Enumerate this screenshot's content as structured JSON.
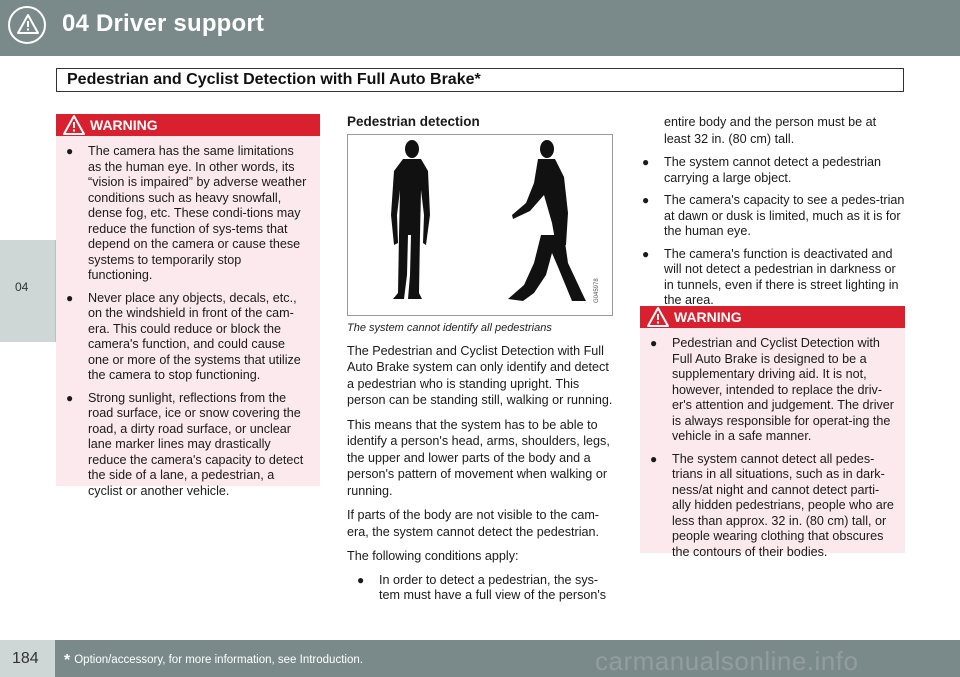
{
  "header": {
    "chapter_title": "04  Driver support",
    "section_title": "Pedestrian and Cyclist Detection with Full Auto Brake*",
    "chapter_tab": "04"
  },
  "warning_left": {
    "title": "WARNING",
    "items": [
      "The camera has the same limitations as the human eye. In other words, its “vision is impaired” by adverse weather conditions such as heavy snowfall, dense fog, etc. These condi-tions may reduce the function of sys-tems that depend on the camera or cause these systems to temporarily stop functioning.",
      "Never place any objects, decals, etc., on the windshield in front of the cam-era. This could reduce or block the camera's function, and could cause one or more of the systems that utilize the camera to stop functioning.",
      "Strong sunlight, reflections from the road surface, ice or snow covering the road, a dirty road surface, or unclear lane marker lines may drastically reduce the camera's capacity to detect the side of a lane, a pedestrian, a cyclist or another vehicle."
    ]
  },
  "middle": {
    "heading": "Pedestrian detection",
    "figure_code": "G045978",
    "caption": "The system cannot identify all pedestrians",
    "paragraphs": [
      "The Pedestrian and Cyclist Detection with Full Auto Brake system can only identify and detect a pedestrian who is standing upright. This person can be standing still, walking or running.",
      "This means that the system has to be able to identify a person's head, arms, shoulders, legs, the upper and lower parts of the body and a person's pattern of movement when walking or running.",
      "If parts of the body are not visible to the cam-era, the system cannot detect the pedestrian.",
      "The following conditions apply:"
    ],
    "bullet": "In order to detect a pedestrian, the sys-tem must have a full view of the person's"
  },
  "right": {
    "continued": "entire body and the person must be at least 32 in. (80 cm) tall.",
    "bullets": [
      "The system cannot detect a pedestrian carrying a large object.",
      "The camera's capacity to see a pedes-trian at dawn or dusk is limited, much as it is for the human eye.",
      "The camera's function is deactivated and will not detect a pedestrian in darkness or in tunnels, even if there is street lighting in the area."
    ]
  },
  "warning_right": {
    "title": "WARNING",
    "items": [
      "Pedestrian and Cyclist Detection with Full Auto Brake is designed to be a supplementary driving aid. It is not, however, intended to replace the driv-er's attention and judgement. The driver is always responsible for operat-ing the vehicle in a safe manner.",
      "The system cannot detect all pedes-trians in all situations, such as in dark-ness/at night and cannot detect parti-ally hidden pedestrians, people who are less than approx. 32 in. (80 cm) tall, or people wearing clothing that obscures the contours of their bodies."
    ]
  },
  "footer": {
    "page_number": "184",
    "asterisk": "*",
    "footnote": "Option/accessory, for more information, see Introduction.",
    "watermark": "carmanualsonline.info"
  },
  "colors": {
    "header_bar": "#7a8a8a",
    "warning_red": "#d9202e",
    "warning_bg": "#fbe9ee",
    "side_tab": "#cfd6d6"
  }
}
